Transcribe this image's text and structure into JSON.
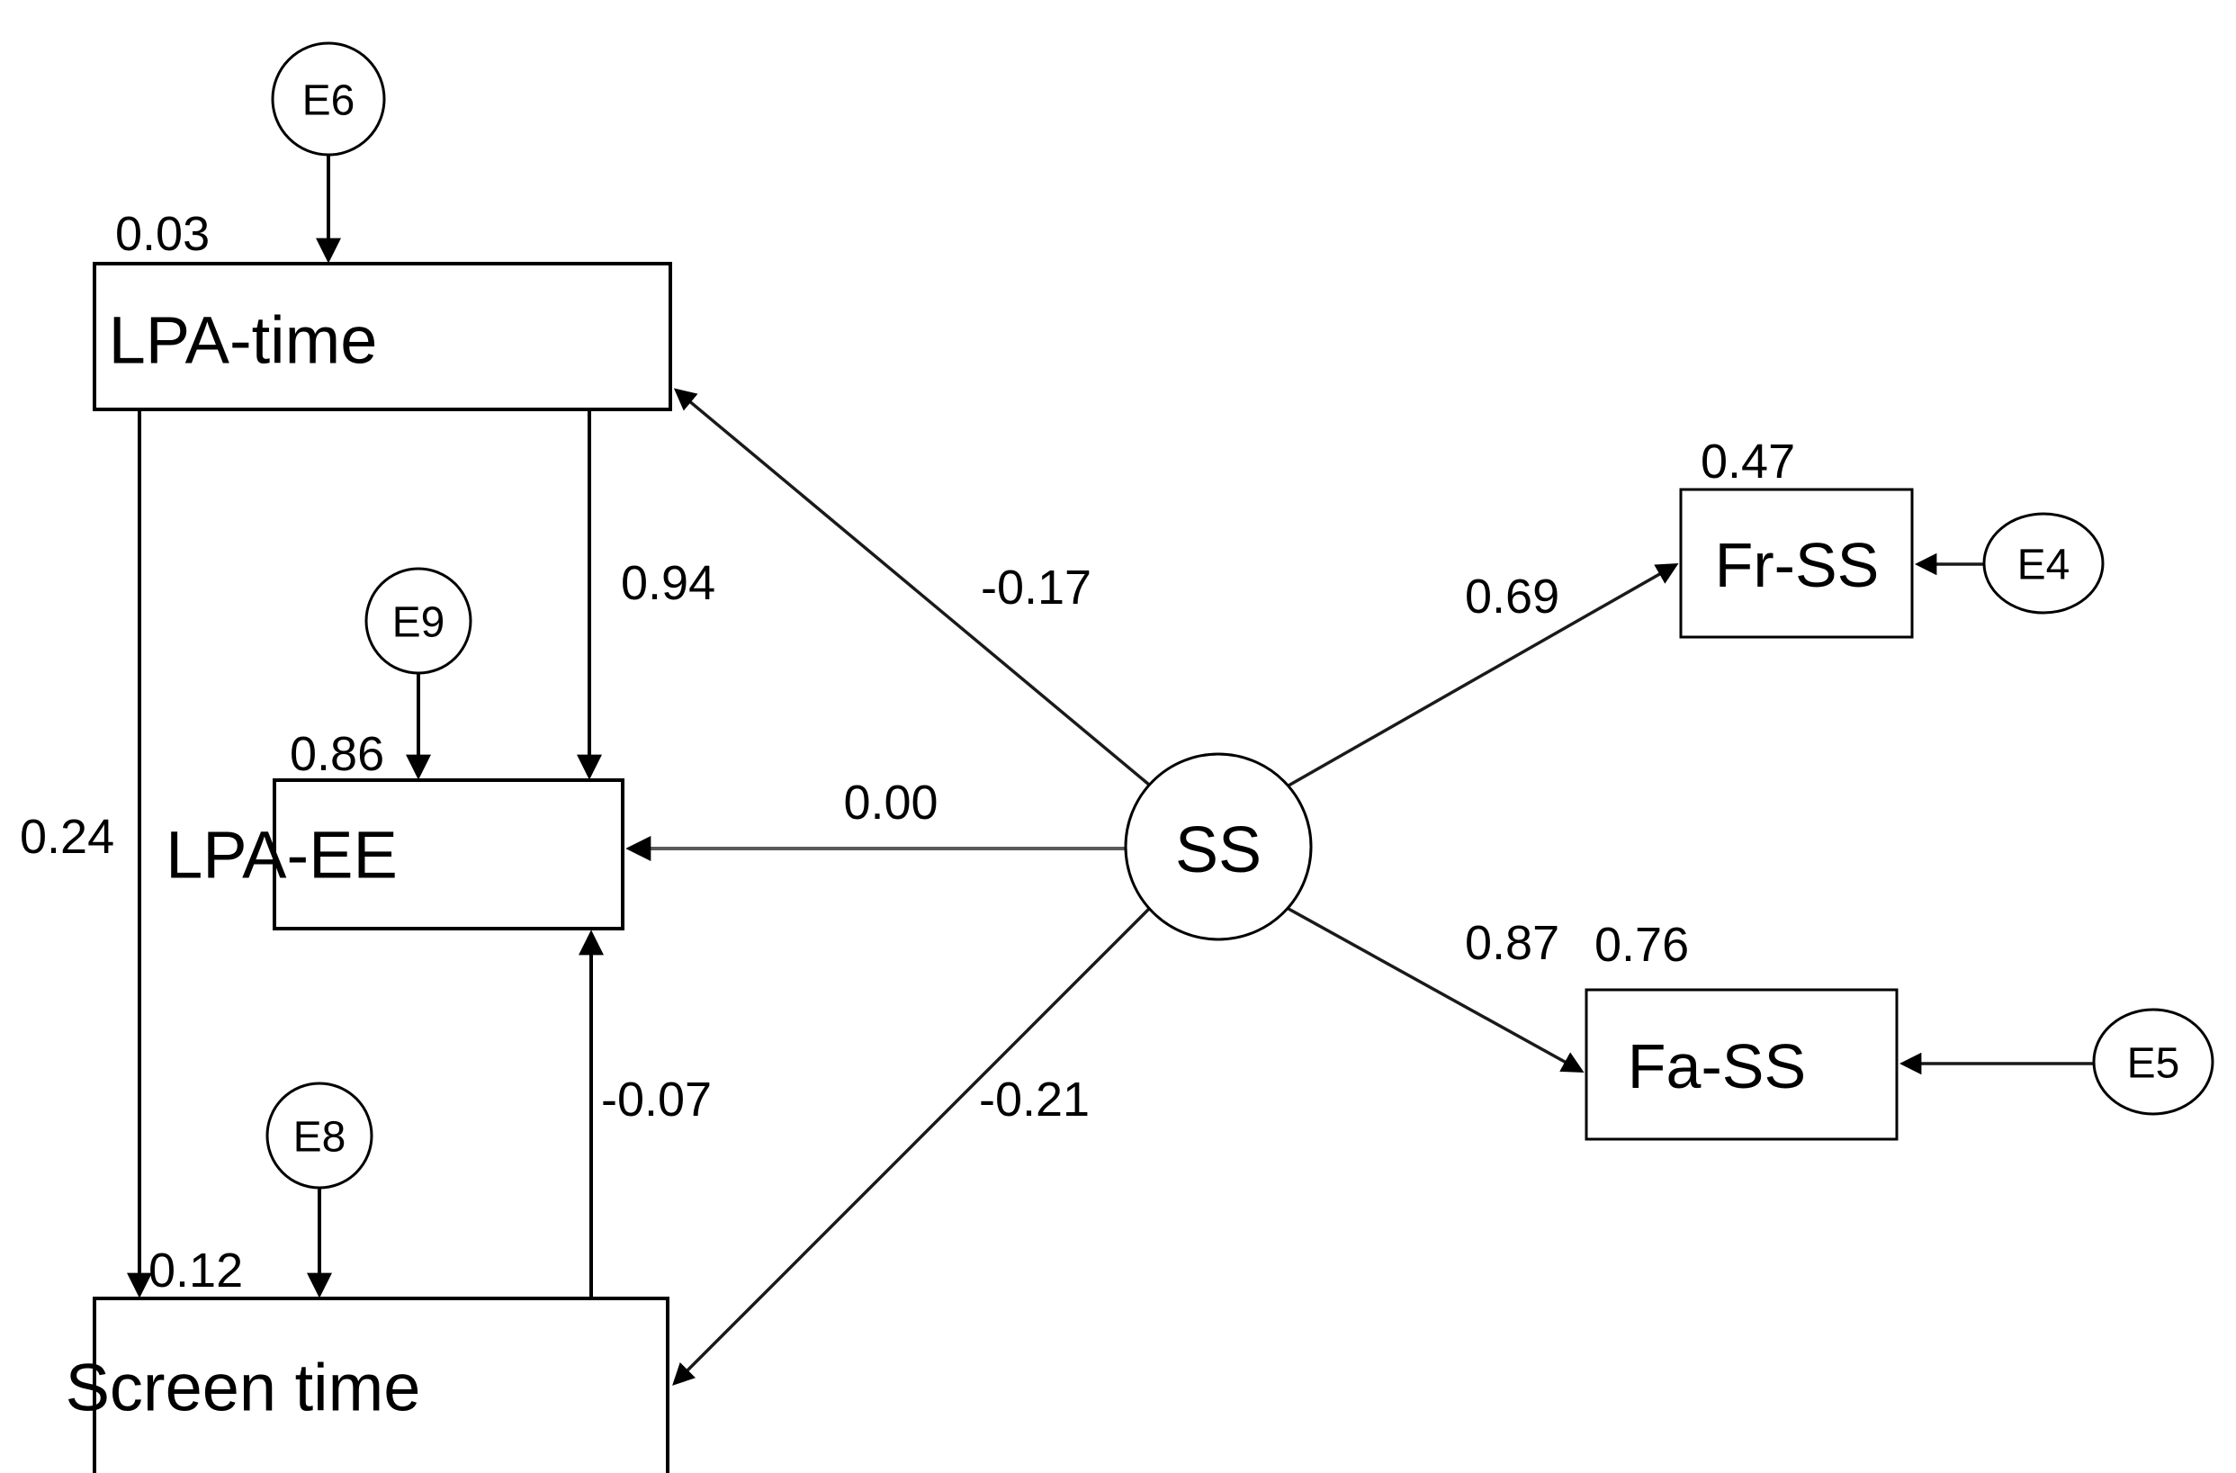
{
  "diagram": {
    "type": "structural-equation-model-path-diagram",
    "background_color": "#ffffff",
    "stroke_color": "#000000",
    "nodes": {
      "lpa_time": {
        "label": "LPA-time",
        "shape": "rectangle"
      },
      "lpa_ee": {
        "label": "LPA-EE",
        "shape": "rectangle"
      },
      "screen_time": {
        "label": "Screen time",
        "shape": "rectangle"
      },
      "ss": {
        "label": "SS",
        "shape": "circle"
      },
      "fr_ss": {
        "label": "Fr-SS",
        "shape": "rectangle"
      },
      "fa_ss": {
        "label": "Fa-SS",
        "shape": "rectangle"
      },
      "e6": {
        "label": "E6",
        "shape": "circle"
      },
      "e9": {
        "label": "E9",
        "shape": "circle"
      },
      "e8": {
        "label": "E8",
        "shape": "circle"
      },
      "e4": {
        "label": "E4",
        "shape": "ellipse"
      },
      "e5": {
        "label": "E5",
        "shape": "ellipse"
      }
    },
    "coefficients": {
      "e6_to_lpa_time": "0.03",
      "lpa_time_to_screen_time": "0.24",
      "lpa_time_to_lpa_ee": "0.94",
      "e9_to_lpa_ee": "0.86",
      "screen_time_to_lpa_ee": "-0.07",
      "e8_to_screen_time": "0.12",
      "ss_to_lpa_time": "-0.17",
      "ss_to_lpa_ee": "0.00",
      "ss_to_screen_time": "-0.21",
      "ss_to_fr_ss": "0.69",
      "ss_to_fa_ss": "0.87",
      "fr_ss_residual": "0.47",
      "fa_ss_residual": "0.76"
    }
  },
  "chart_data": {
    "type": "diagram",
    "title": "",
    "paths": [
      {
        "from": "E6",
        "to": "LPA-time",
        "coefficient": 0.03,
        "direction": "down"
      },
      {
        "from": "LPA-time",
        "to": "Screen time",
        "coefficient": 0.24,
        "direction": "down"
      },
      {
        "from": "LPA-time",
        "to": "LPA-EE",
        "coefficient": 0.94,
        "direction": "down"
      },
      {
        "from": "E9",
        "to": "LPA-EE",
        "coefficient": 0.86,
        "direction": "down"
      },
      {
        "from": "Screen time",
        "to": "LPA-EE",
        "coefficient": -0.07,
        "direction": "up"
      },
      {
        "from": "E8",
        "to": "Screen time",
        "coefficient": 0.12,
        "direction": "down"
      },
      {
        "from": "SS",
        "to": "LPA-time",
        "coefficient": -0.17,
        "direction": "up-left"
      },
      {
        "from": "SS",
        "to": "LPA-EE",
        "coefficient": 0.0,
        "direction": "left"
      },
      {
        "from": "SS",
        "to": "Screen time",
        "coefficient": -0.21,
        "direction": "down-left"
      },
      {
        "from": "SS",
        "to": "Fr-SS",
        "coefficient": 0.69,
        "direction": "up-right"
      },
      {
        "from": "SS",
        "to": "Fa-SS",
        "coefficient": 0.87,
        "direction": "down-right"
      },
      {
        "from": "E4",
        "to": "Fr-SS",
        "coefficient": null,
        "direction": "left"
      },
      {
        "from": "E5",
        "to": "Fa-SS",
        "coefficient": null,
        "direction": "left"
      }
    ],
    "variances": {
      "LPA-time": 0.03,
      "LPA-EE": 0.86,
      "Screen time": 0.12,
      "Fr-SS": 0.47,
      "Fa-SS": 0.76
    }
  }
}
